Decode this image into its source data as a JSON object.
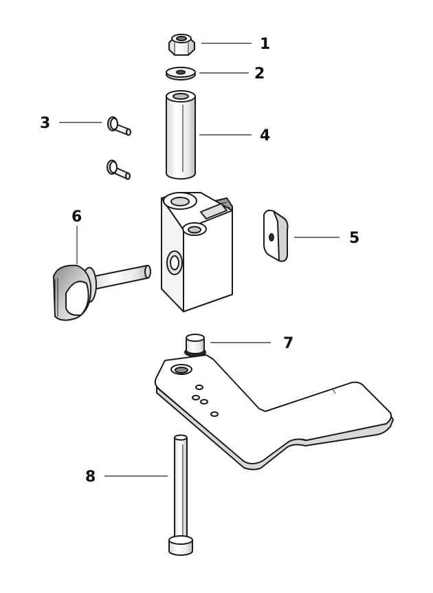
{
  "callouts": [
    {
      "id": "1"
    },
    {
      "id": "2"
    },
    {
      "id": "3"
    },
    {
      "id": "4"
    },
    {
      "id": "5"
    },
    {
      "id": "6"
    },
    {
      "id": "7"
    },
    {
      "id": "8"
    }
  ],
  "colors": {
    "ink": "#1a1a1a",
    "highlight": "#ffffff",
    "shade": "#cfcfcf",
    "dark_shade": "#8c8c8c"
  }
}
